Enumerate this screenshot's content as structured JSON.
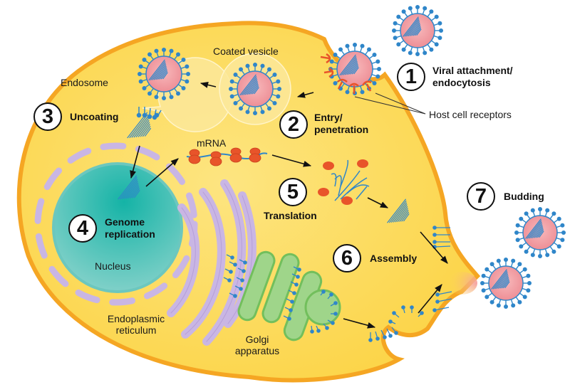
{
  "title": "Viral replication cycle",
  "colors": {
    "cytoplasm": "#fcd94f",
    "membrane": "#f5a623",
    "nucleus": "#1fb5ab",
    "er": "#c9b6e4",
    "golgi": "#9fd58a",
    "virion": "#f19aa0",
    "spike": "#2f86c9",
    "ribosome": "#e8542a"
  },
  "steps": [
    {
      "number": "1",
      "label": "Viral attachment/\nendocytosis"
    },
    {
      "number": "2",
      "label": "Entry/\npenetration"
    },
    {
      "number": "3",
      "label": "Uncoating"
    },
    {
      "number": "4",
      "label": "Genome\nreplication"
    },
    {
      "number": "5",
      "label": "Translation"
    },
    {
      "number": "6",
      "label": "Assembly"
    },
    {
      "number": "7",
      "label": "Budding"
    }
  ],
  "labels": {
    "coated_vesicle": "Coated vesicle",
    "endosome": "Endosome",
    "host_cell_receptors": "Host cell receptors",
    "mrna": "mRNA",
    "nucleus": "Nucleus",
    "er_line1": "Endoplasmic",
    "er_line2": "reticulum",
    "golgi_line1": "Golgi",
    "golgi_line2": "apparatus"
  }
}
